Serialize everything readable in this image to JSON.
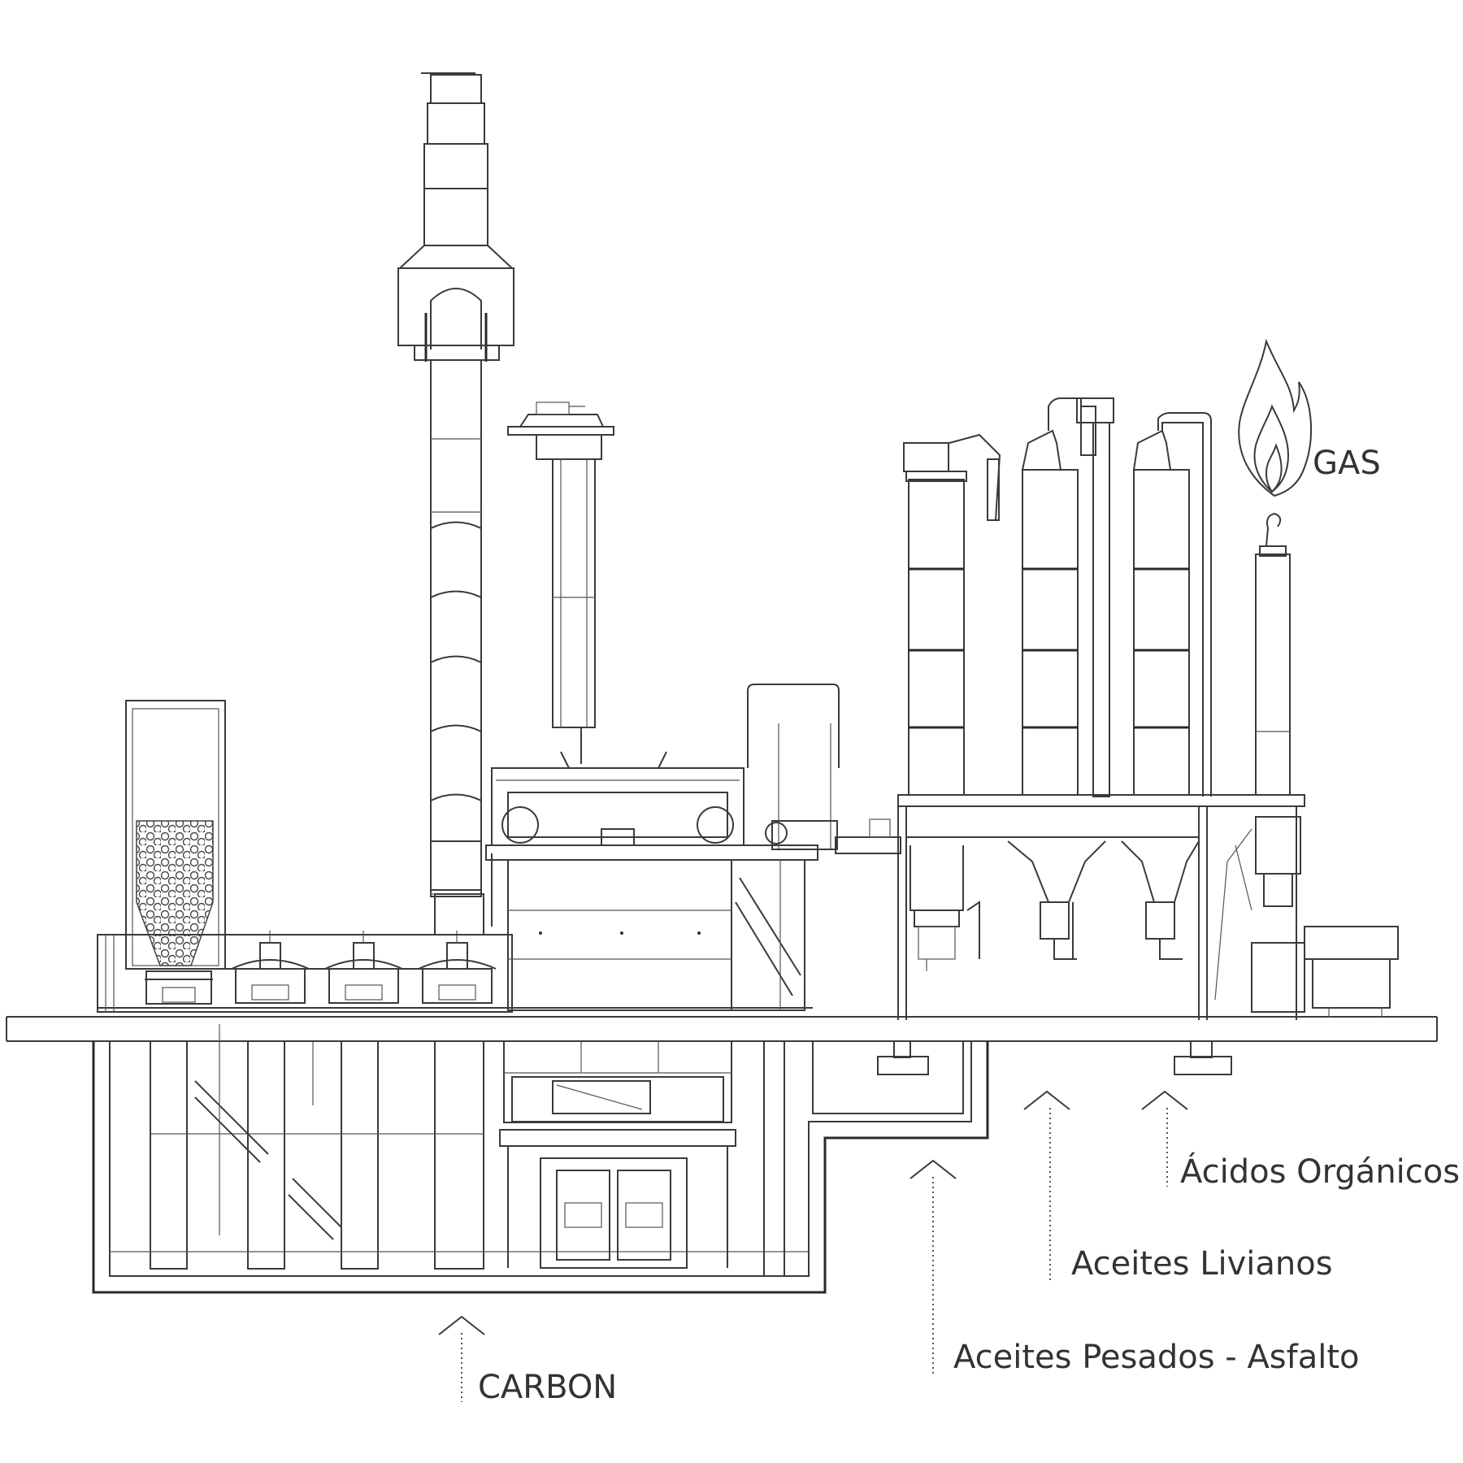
{
  "labels": {
    "gas": "GAS",
    "acidos": "Ácidos Orgánicos",
    "livianos": "Aceites Livianos",
    "pesados": "Aceites Pesados - Asfalto",
    "carbon": "CARBON"
  },
  "colors": {
    "line": "#3a3a3a",
    "text": "#333333",
    "background": "#ffffff"
  },
  "icons": [
    "flame-icon",
    "up-arrow-icon"
  ]
}
